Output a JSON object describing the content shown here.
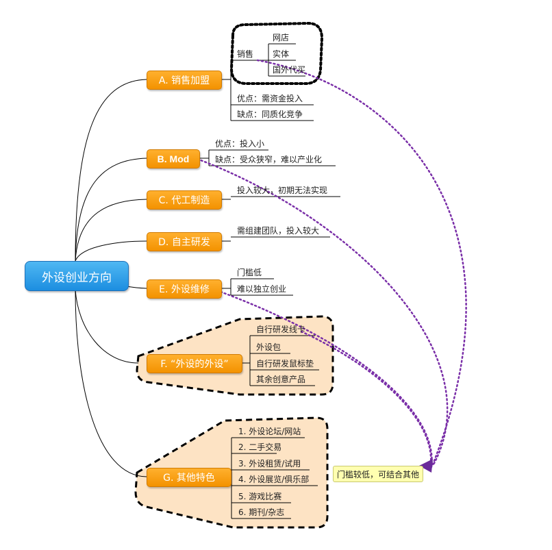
{
  "root": {
    "label": "外设创业方向"
  },
  "branches": [
    {
      "id": "A",
      "label": "A. 销售加盟",
      "children": [
        {
          "label": "销售",
          "children": [
            "网店",
            "实体",
            "国外代买"
          ]
        },
        {
          "label": "优点：需资金投入"
        },
        {
          "label": "缺点：同质化竞争"
        }
      ]
    },
    {
      "id": "B",
      "label": "B. Mod",
      "children": [
        {
          "label": "优点：投入小"
        },
        {
          "label": "缺点：受众狭窄，难以产业化"
        }
      ]
    },
    {
      "id": "C",
      "label": "C. 代工制造",
      "children": [
        {
          "label": "投入较大，初期无法实现"
        }
      ]
    },
    {
      "id": "D",
      "label": "D. 自主研发",
      "children": [
        {
          "label": "需组建团队，投入较大"
        }
      ]
    },
    {
      "id": "E",
      "label": "E. 外设维修",
      "children": [
        {
          "label": "门槛低"
        },
        {
          "label": "难以独立创业"
        }
      ]
    },
    {
      "id": "F",
      "label": "F. “外设的外设”",
      "children": [
        {
          "label": "自行研发线卡"
        },
        {
          "label": "外设包"
        },
        {
          "label": "自行研发鼠标垫"
        },
        {
          "label": "其余创意产品"
        }
      ]
    },
    {
      "id": "G",
      "label": "G. 其他特色",
      "children": [
        {
          "label": "1. 外设论坛/网站"
        },
        {
          "label": "2. 二手交易"
        },
        {
          "label": "3. 外设租赁/试用"
        },
        {
          "label": "4. 外设展览/俱乐部"
        },
        {
          "label": "5. 游戏比赛"
        },
        {
          "label": "6. 期刊/杂志"
        }
      ]
    }
  ],
  "note": {
    "label": "门槛较低，可结合其他"
  },
  "colors": {
    "root": "#1c8ee0",
    "branch": "#f39200",
    "boundary_fill": "#fde3c4",
    "relationship": "#7a2fa8"
  }
}
